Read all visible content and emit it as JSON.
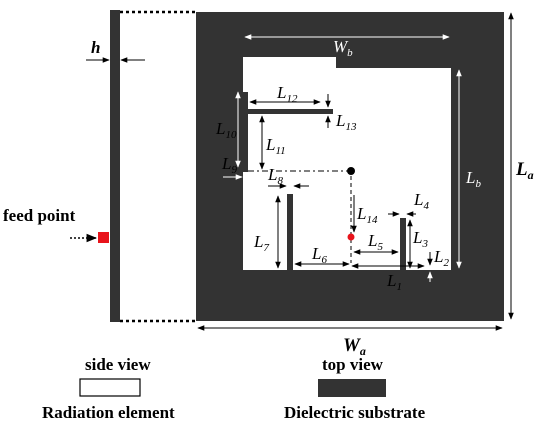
{
  "labels": {
    "h": "h",
    "Wb": "W",
    "Wb_sub": "b",
    "Lb": "L",
    "Lb_sub": "b",
    "La": "L",
    "La_sub": "a",
    "Wa": "W",
    "Wa_sub": "a",
    "L1": "L",
    "L1_sub": "1",
    "L2": "L",
    "L2_sub": "2",
    "L3": "L",
    "L3_sub": "3",
    "L4": "L",
    "L4_sub": "4",
    "L5": "L",
    "L5_sub": "5",
    "L6": "L",
    "L6_sub": "6",
    "L7": "L",
    "L7_sub": "7",
    "L8": "L",
    "L8_sub": "8",
    "L9": "L",
    "L9_sub": "9",
    "L10": "L",
    "L10_sub": "10",
    "L11": "L",
    "L11_sub": "11",
    "L12": "L",
    "L12_sub": "12",
    "L13": "L",
    "L13_sub": "13",
    "L14": "L",
    "L14_sub": "14"
  },
  "text": {
    "feed_point": "feed point",
    "side_view": "side view",
    "top_view": "top view",
    "radiation_element": "Radiation element",
    "dielectric_substrate": "Dielectric substrate"
  },
  "colors": {
    "substrate": "#333333",
    "feed": "#e8141b",
    "line": "#000000",
    "dim_on_dark": "#ffffff"
  }
}
